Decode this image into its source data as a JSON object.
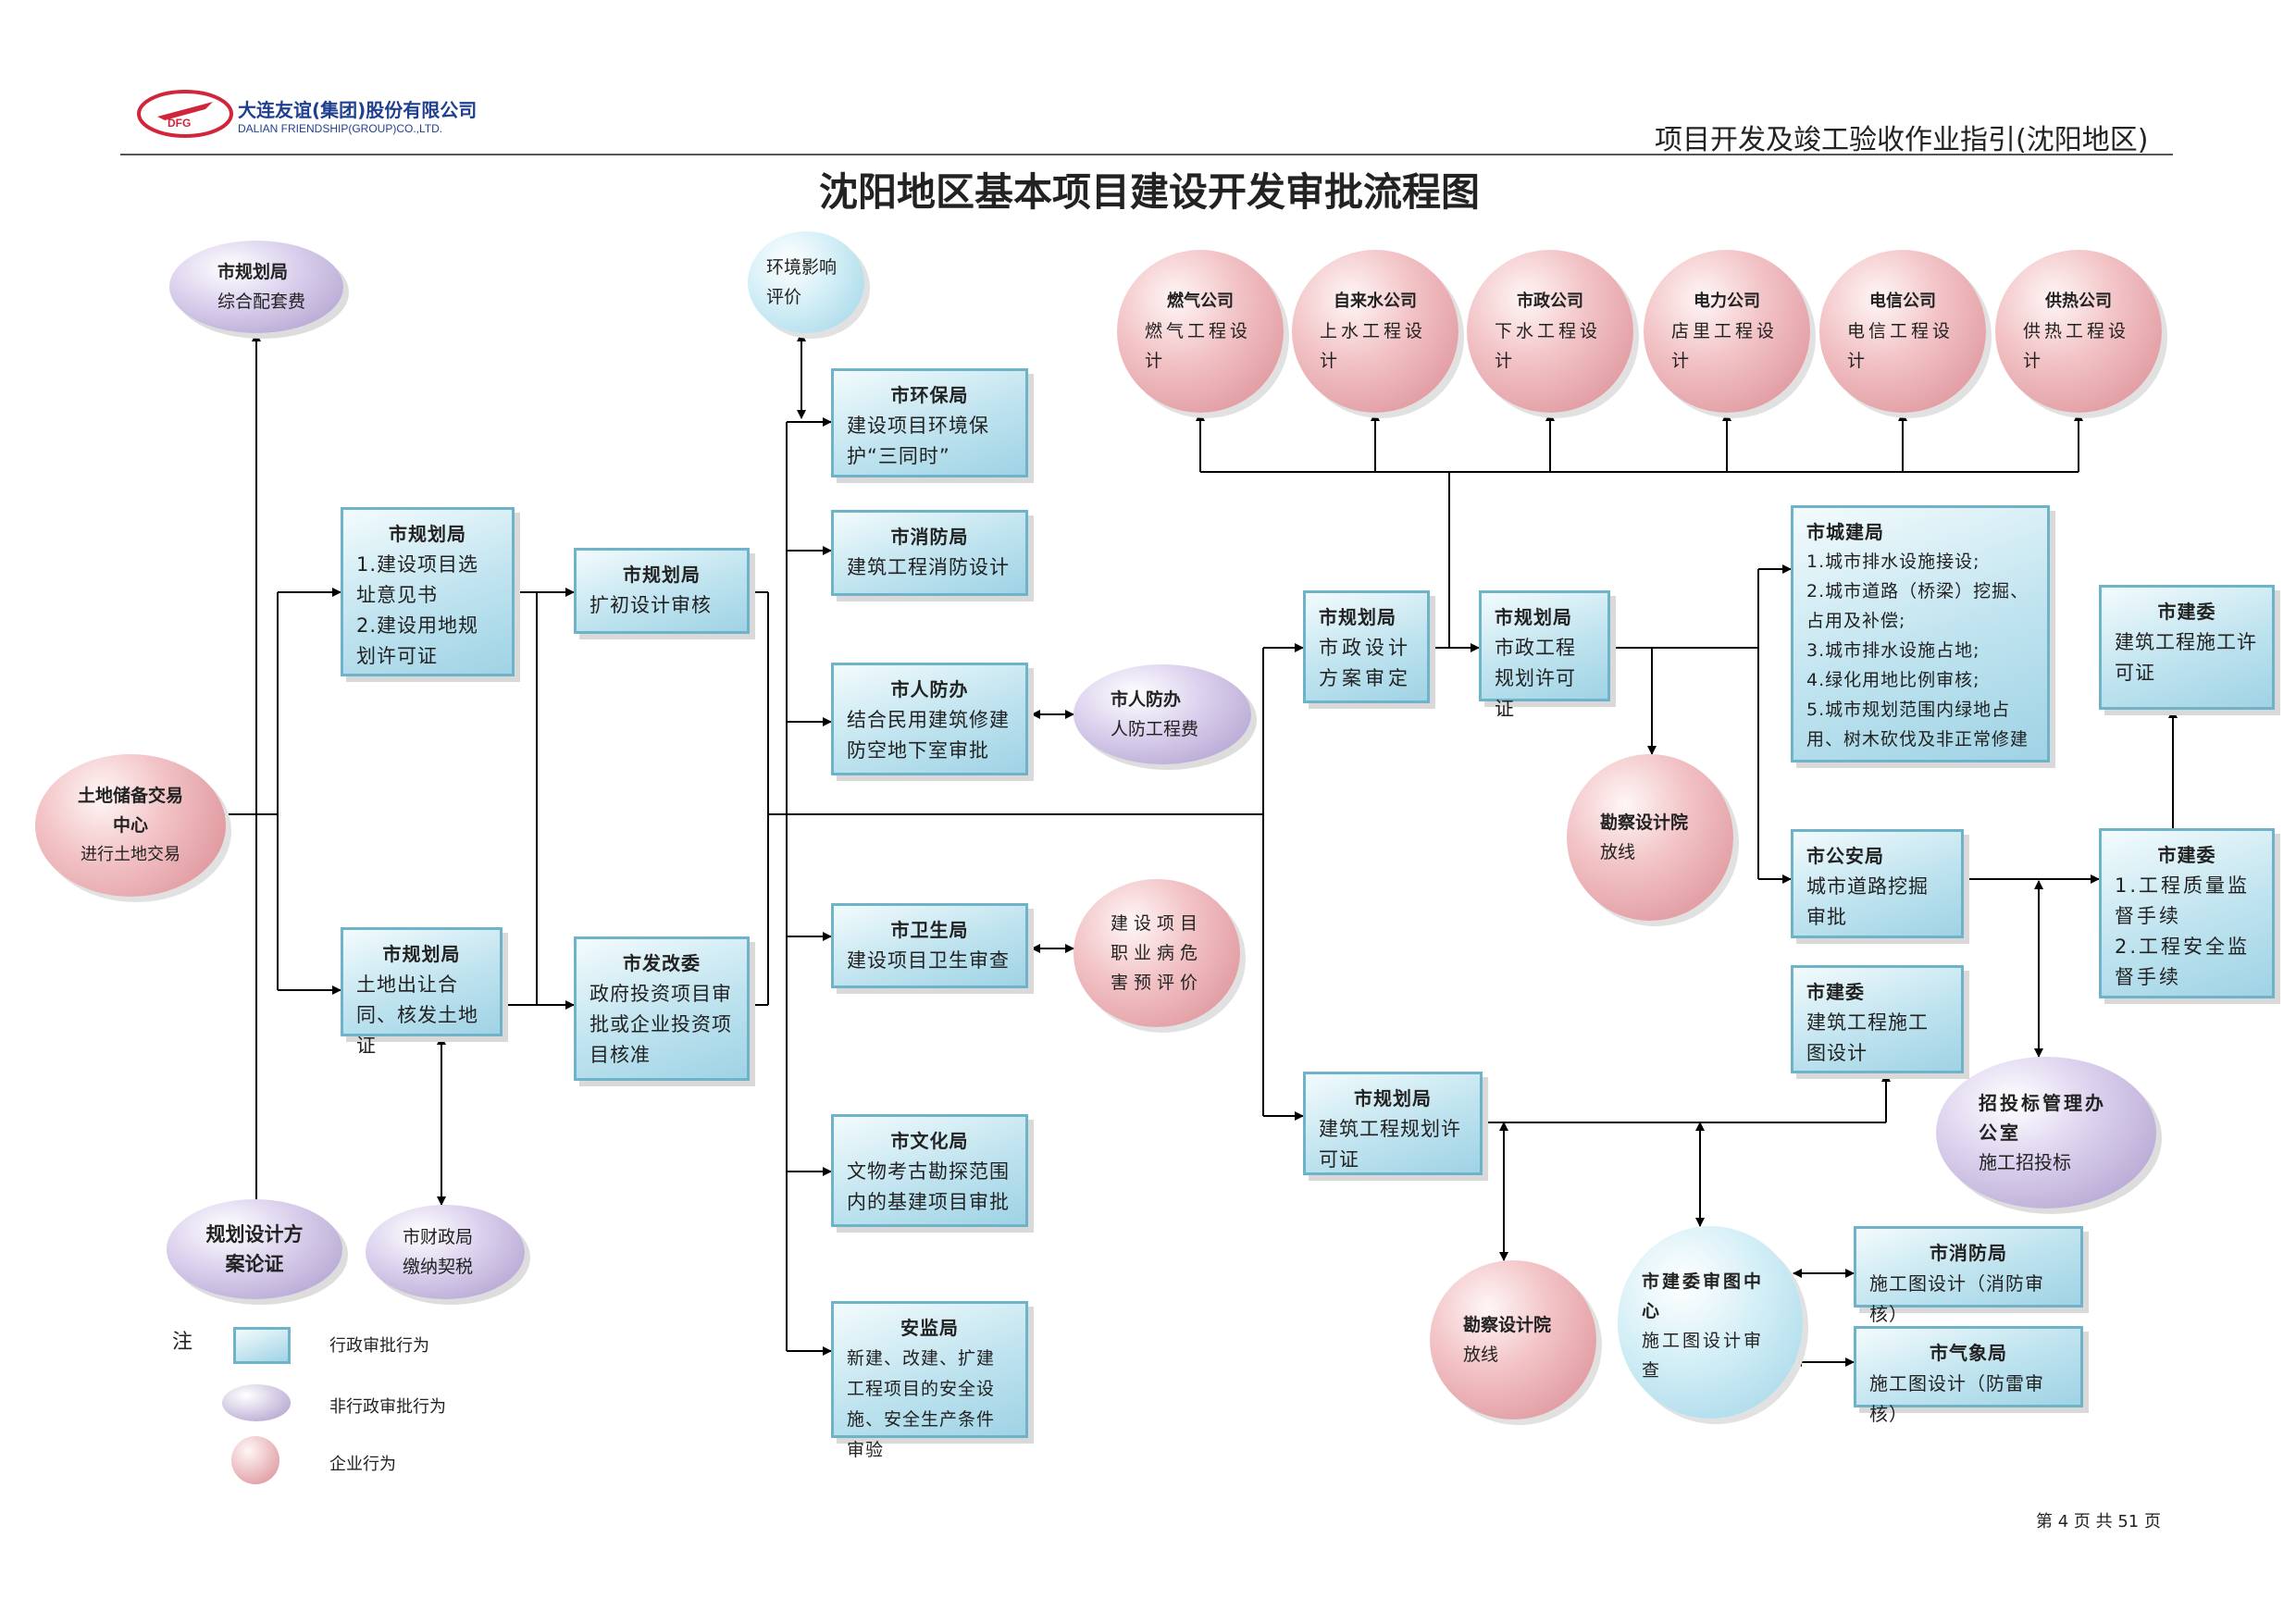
{
  "header": {
    "company_cn": "大连友谊(集团)股份有限公司",
    "company_en": "DALIAN FRIENDSHIP(GROUP)CO.,LTD.",
    "logo_mark": "DFG",
    "doc_title": "项目开发及竣工验收作业指引(沈阳地区)"
  },
  "title": "沈阳地区基本项目建设开发审批流程图",
  "nodes": {
    "land_center": {
      "t": "土地储备交易中心",
      "b": "进行土地交易"
    },
    "plan_fee": {
      "t": "市规划局",
      "b": "综合配套费"
    },
    "plan_site": {
      "t": "市规划局",
      "b1": "1.建设项目选址意见书",
      "b2": "2.建设用地规划许可证"
    },
    "plan_land": {
      "t": "市规划局",
      "b": "土地出让合同、核发土地证"
    },
    "plan_review": {
      "t": "市规划局",
      "b": "扩初设计审核"
    },
    "ndrc": {
      "t": "市发改委",
      "b": "政府投资项目审批或企业投资项目核准"
    },
    "design_scheme": {
      "t": "规划设计方案论证"
    },
    "finance": {
      "t": "市财政局",
      "b": "缴纳契税"
    },
    "env_eval": {
      "t": "环境影响评价"
    },
    "env_bureau": {
      "t": "市环保局",
      "b": "建设项目环境保护“三同时”"
    },
    "fire_bureau": {
      "t": "市消防局",
      "b": "建筑工程消防设计"
    },
    "civil_def": {
      "t": "市人防办",
      "b": "结合民用建筑修建防空地下室审批"
    },
    "civil_fee": {
      "t": "市人防办",
      "b": "人防工程费"
    },
    "health": {
      "t": "市卫生局",
      "b": "建设项目卫生审查"
    },
    "occ_eval": {
      "b": "建设项目职业病危害预评价"
    },
    "culture": {
      "t": "市文化局",
      "b": "文物考古勘探范围内的基建项目审批"
    },
    "safety": {
      "t": "安监局",
      "b": "新建、改建、扩建工程项目的安全设施、安全生产条件审验"
    },
    "utilities": [
      {
        "t": "燃气公司",
        "b": "燃气工程设计"
      },
      {
        "t": "自来水公司",
        "b": "上水工程设计"
      },
      {
        "t": "市政公司",
        "b": "下水工程设计"
      },
      {
        "t": "电力公司",
        "b": "店里工程设计"
      },
      {
        "t": "电信公司",
        "b": "电信工程设计"
      },
      {
        "t": "供热公司",
        "b": "供热工程设计"
      }
    ],
    "muni_scheme": {
      "t": "市规划局",
      "b": "市政设计方案审定"
    },
    "muni_permit": {
      "t": "市规划局",
      "b": "市政工程规划许可证"
    },
    "survey1": {
      "t": "勘察设计院",
      "b": "放线"
    },
    "urban_const": {
      "t": "市城建局",
      "items": [
        "1.城市排水设施接设;",
        "2.城市道路（桥梁）挖掘、占用及补偿;",
        "3.城市排水设施占地;",
        "4.绿化用地比例审核;",
        "5.城市规划范围内绿地占用、树木砍伐及非正常修建"
      ]
    },
    "public_sec": {
      "t": "市公安局",
      "b": "城市道路挖掘审批"
    },
    "construct_permit": {
      "t": "市建委",
      "b": "建筑工程施工许可证"
    },
    "construct_sup": {
      "t": "市建委",
      "b1": "1.工程质量监督手续",
      "b2": "2.工程安全监督手续"
    },
    "construct_draw": {
      "t": "市建委",
      "b": "建筑工程施工图设计"
    },
    "tender": {
      "t": "招投标管理办公室",
      "b": "施工招投标"
    },
    "build_permit": {
      "t": "市规划局",
      "b": "建筑工程规划许可证"
    },
    "survey2": {
      "t": "勘察设计院",
      "b": "放线"
    },
    "drawing_center": {
      "t": "市建委审图中心",
      "b": "施工图设计审查"
    },
    "fire_draw": {
      "t": "市消防局",
      "b": "施工图设计（消防审核）"
    },
    "weather": {
      "t": "市气象局",
      "b": "施工图设计（防雷审核）"
    }
  },
  "legend": {
    "note": "注",
    "admin": "行政审批行为",
    "non_admin": "非行政审批行为",
    "enterprise": "企业行为"
  },
  "footer": {
    "page": "第 4 页  共 51 页"
  },
  "colors": {
    "box_border": "#6fb3c9",
    "box_fill": "#bfe3ef",
    "ellipse_fill": "#a998c9",
    "circle_fill": "#d98a91",
    "logo_red": "#d1253b",
    "logo_blue": "#1f3f8f"
  }
}
